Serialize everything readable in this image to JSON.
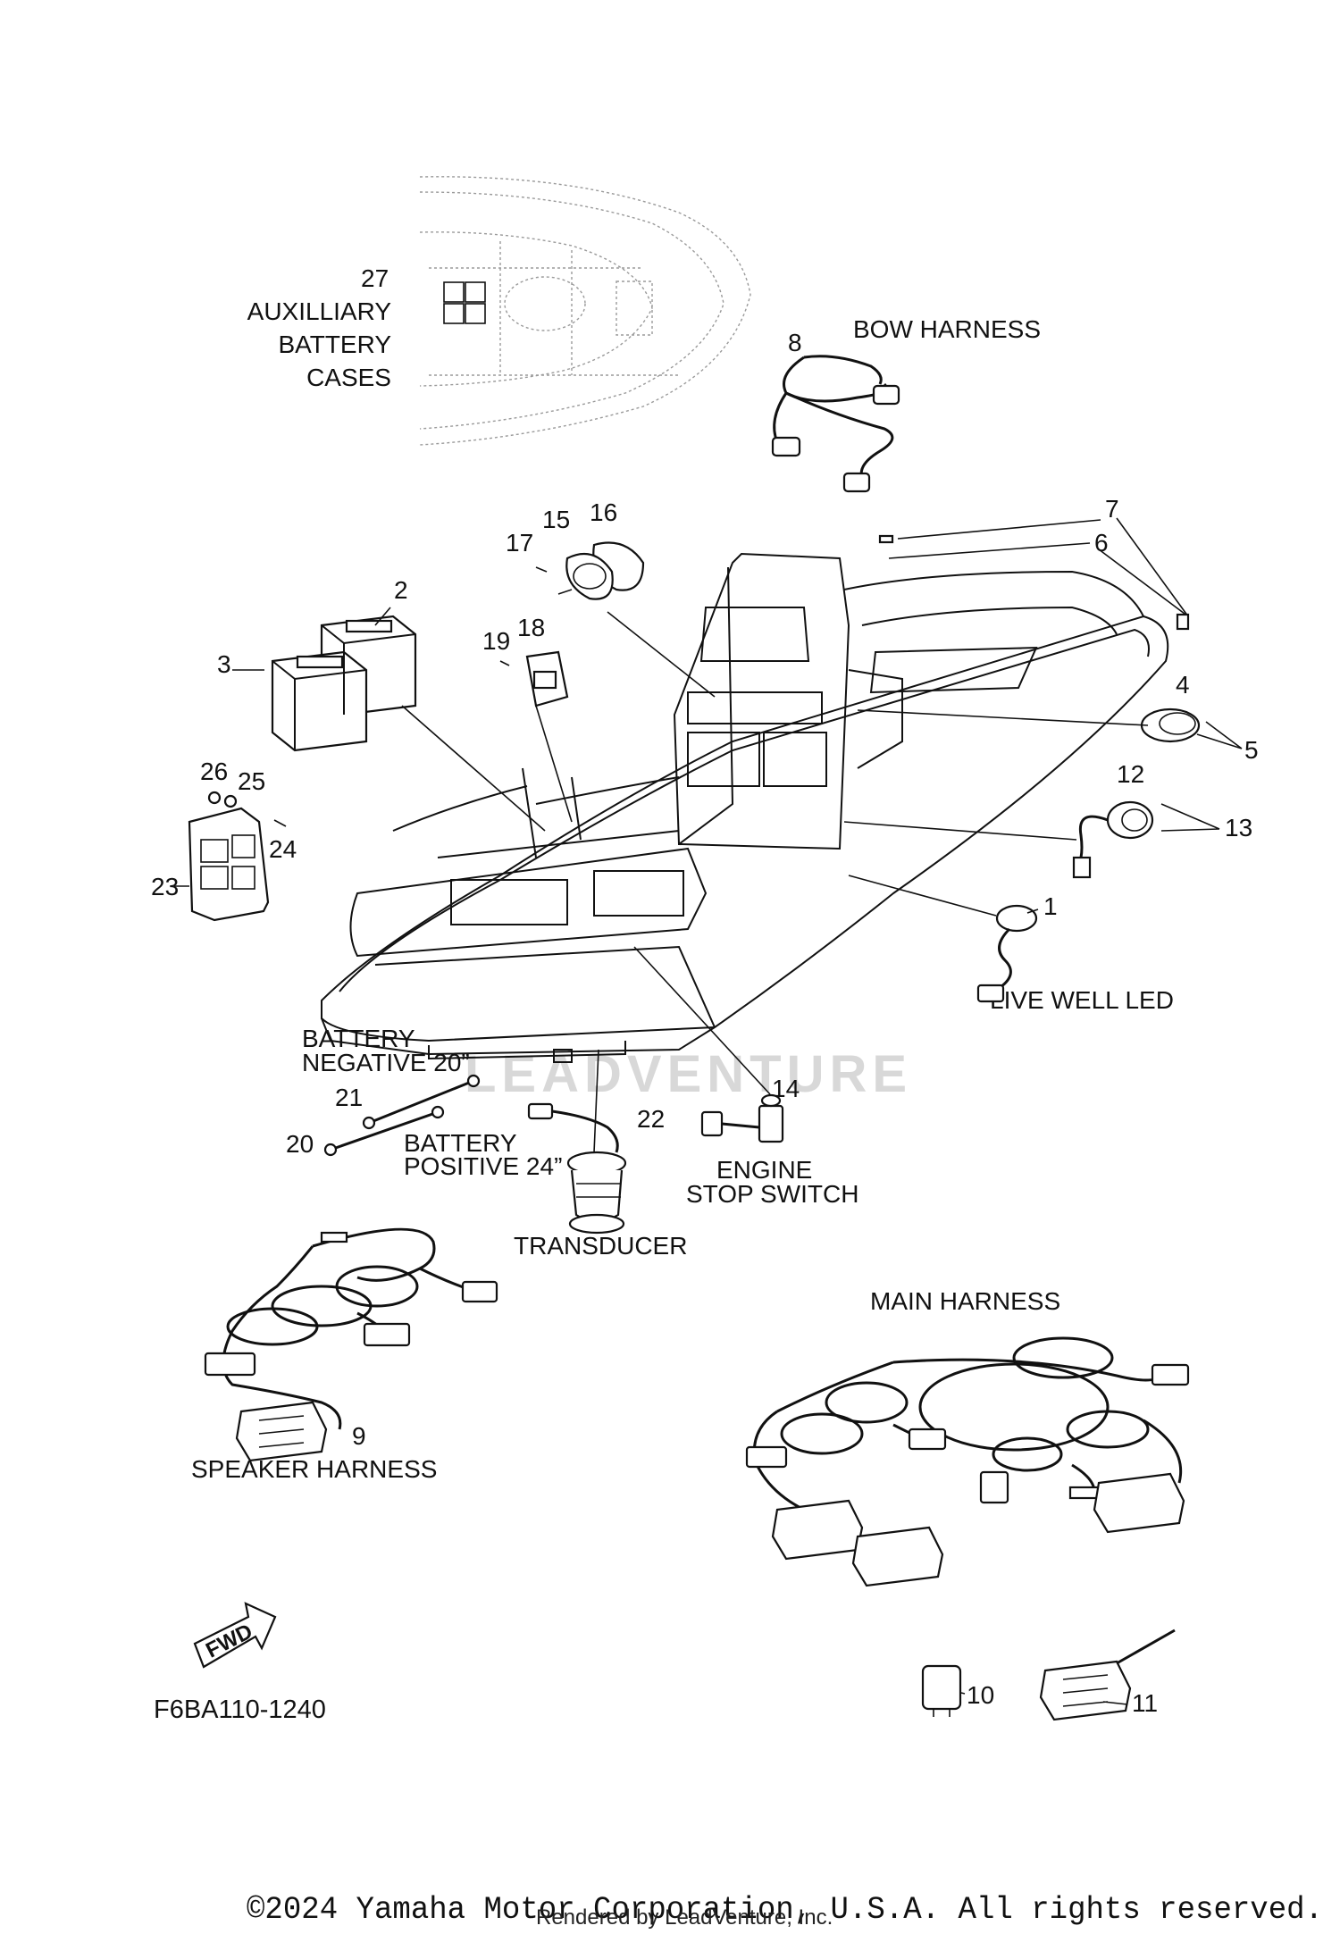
{
  "diagram_code": "F6BA110-1240",
  "copyright": "©2024 Yamaha Motor Corporation, U.S.A. All rights reserved.",
  "rendered_by": "Rendered by LeadVenture, Inc.",
  "watermark": "LEADVENTURE",
  "fwd_label": "FWD",
  "group_labels": {
    "auxiliary_battery_cases": [
      "AUXILLIARY",
      "BATTERY",
      "CASES"
    ],
    "bow_harness": "BOW HARNESS",
    "live_well_led": "LIVE WELL LED",
    "battery_negative": [
      "BATTERY",
      "NEGATIVE 20”"
    ],
    "battery_positive": [
      "BATTERY",
      "POSITIVE 24”"
    ],
    "engine_stop_switch": [
      "ENGINE",
      "STOP SWITCH"
    ],
    "transducer": "TRANSDUCER",
    "main_harness": "MAIN HARNESS",
    "speaker_harness": "SPEAKER HARNESS"
  },
  "callouts": [
    "1",
    "2",
    "3",
    "4",
    "5",
    "6",
    "7",
    "8",
    "9",
    "10",
    "11",
    "12",
    "13",
    "14",
    "15",
    "16",
    "17",
    "18",
    "19",
    "20",
    "21",
    "22",
    "23",
    "24",
    "25",
    "26",
    "27"
  ],
  "colors": {
    "ink": "#111111",
    "watermark": "#d8d8d8",
    "ghost": "#9a9a9a"
  }
}
